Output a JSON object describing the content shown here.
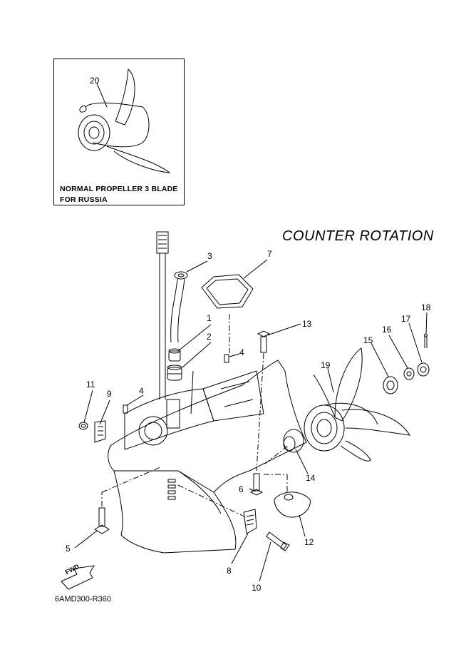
{
  "inset": {
    "caption_line1": "NORMAL PROPELLER 3 BLADE",
    "caption_line2": "FOR RUSSIA",
    "part_label": "20"
  },
  "title": "COUNTER  ROTATION",
  "diagram_code": "6AMD300-R360",
  "fwd_label": "FWD",
  "callouts": [
    "1",
    "2",
    "3",
    "4",
    "4",
    "5",
    "6",
    "7",
    "8",
    "9",
    "10",
    "11",
    "12",
    "13",
    "14",
    "15",
    "16",
    "17",
    "18",
    "19"
  ]
}
